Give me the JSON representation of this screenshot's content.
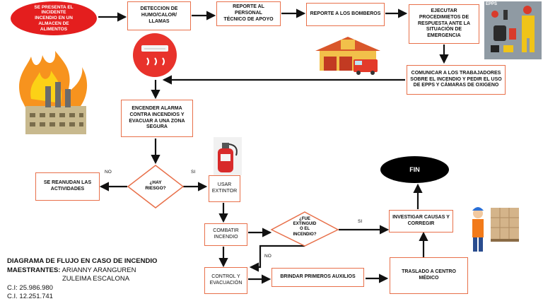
{
  "diagram": {
    "nodes": {
      "start": "SE PRESENTA EL\nINCIDENTE\nINCENDIO EN UN\nALMACEN DE\nALIMENTOS",
      "detection": "DETECCION DE\nHUMO/CALOR/\nLLAMAS",
      "report_staff": "REPORTE AL PERSONAL\nTÉCNICO DE APOYO",
      "report_firefighters": "REPORTE A LOS BOMBEROS",
      "execute_procedures": "EJECUTAR\nPROCEDIMIETOS DE\nRESPUESTA ANTE LA\nSITUACIÓN DE\nEMERGENCIA",
      "communicate_workers": "COMUNICAR A LOS TRABAJADORES\nSOBRE EL INCENDIO Y  PEDIR EL USO\nDE EPPS Y CÁMARAS DE OXIGENO",
      "alarm": "ENCENDER ALARMA\nCONTRA INCENDIOS Y\nEVACUAR A UNA ZONA\nSEGURA",
      "risk_decision": "¿HAY\nRIESGO?",
      "resume": "SE REANUDAN LAS\nACTIVIDADES",
      "use_extinguisher": "USAR\nEXTINTOR",
      "fight_fire": "COMBATIR\nINCENDIO",
      "extinguished_decision": "¿FUE\nEXTINGUID\nO EL\nINCENDIO?",
      "investigate": "INVESTIGAR CAUSAS Y\nCORREGIR",
      "end": "FIN",
      "control_evacuation": "CONTROL Y\nEVACUACIÓN",
      "first_aid": "BRINDAR PRIMEROS AUXILIOS",
      "transfer_medical": "TRASLADO A CENTRO\nMÉDICO"
    },
    "edge_labels": {
      "risk_no": "NO",
      "risk_yes": "SI",
      "extinguished_yes": "SI",
      "extinguished_no": "NO"
    },
    "epps_label": "EPPS"
  },
  "credits": {
    "title": "DIAGRAMA DE FLUJO EN CASO DE INCENDIO",
    "authors_label": "MAESTRANTES:",
    "author1": " ARIANNY ARANGUREN",
    "author2": "ZULEIMA ESCALONA",
    "id1": "C.I: 25.986.980",
    "id2": "C.I. 12.251.741"
  },
  "colors": {
    "box_border": "#e8704a",
    "start_fill": "#e41e1e",
    "end_fill": "#000000",
    "arrow": "#111111",
    "alarm_circle": "#e8322b"
  }
}
